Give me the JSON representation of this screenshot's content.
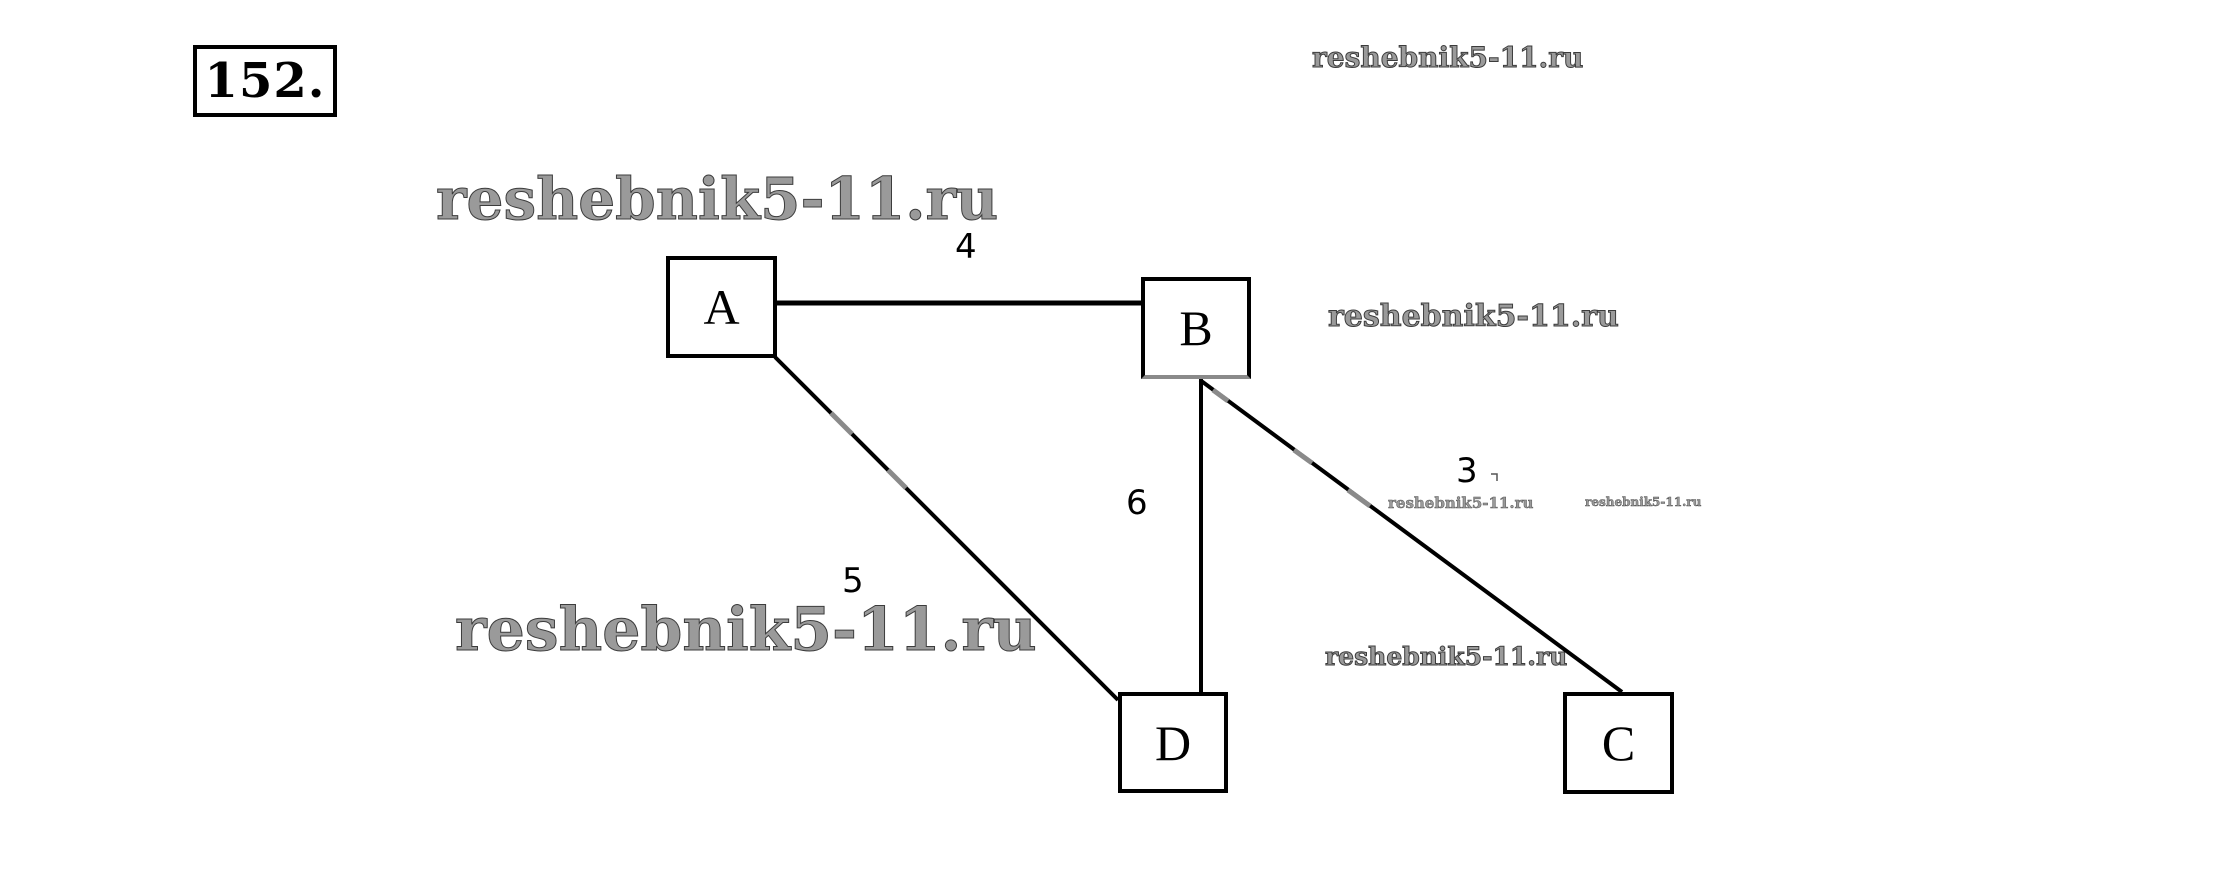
{
  "problem": {
    "number": "152."
  },
  "graph": {
    "nodes": [
      {
        "id": "A",
        "label": "A"
      },
      {
        "id": "B",
        "label": "B"
      },
      {
        "id": "C",
        "label": "C"
      },
      {
        "id": "D",
        "label": "D"
      }
    ],
    "edges": [
      {
        "from": "A",
        "to": "B",
        "weight": "4"
      },
      {
        "from": "A",
        "to": "D",
        "weight": "5"
      },
      {
        "from": "B",
        "to": "D",
        "weight": "6"
      },
      {
        "from": "B",
        "to": "C",
        "weight": "3"
      }
    ]
  },
  "watermarks": [
    "reshebnik5-11.ru",
    "reshebnik5-11.ru",
    "reshebnik5-11.ru",
    "reshebnik5-11.ru",
    "reshebnik5-11.ru",
    "reshebnik5-11.ru",
    "reshebnik5-11.ru"
  ],
  "colors": {
    "line": "#000000",
    "faded_line": "#8a8a8a",
    "watermark": "#9a9a9a"
  }
}
